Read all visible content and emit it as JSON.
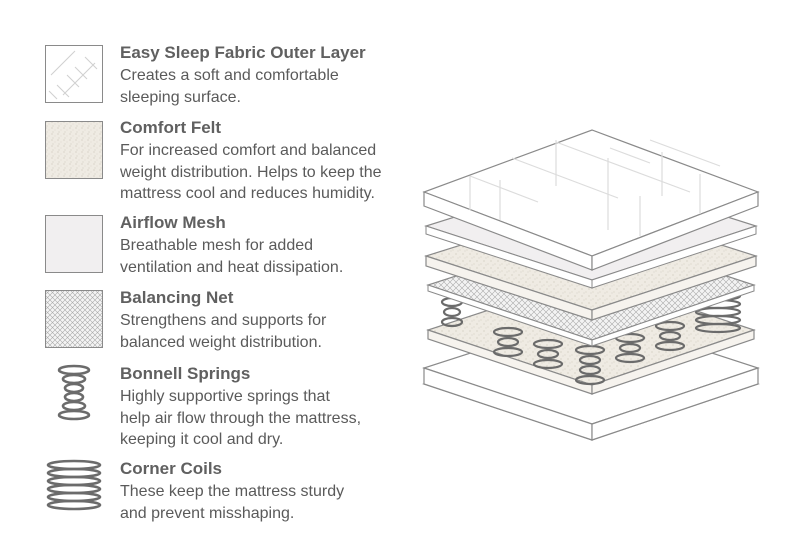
{
  "legend": [
    {
      "icon": "fabric-outer-layer-icon",
      "title": "Easy Sleep Fabric Outer Layer",
      "lines": [
        "Creates a soft and comfortable",
        "sleeping surface."
      ]
    },
    {
      "icon": "comfort-felt-icon",
      "title": "Comfort Felt",
      "lines": [
        "For increased comfort and balanced",
        "weight distribution. Helps to keep the",
        "mattress cool and reduces humidity."
      ]
    },
    {
      "icon": "airflow-mesh-icon",
      "title": "Airflow Mesh",
      "lines": [
        "Breathable mesh for added",
        "ventilation and heat dissipation."
      ]
    },
    {
      "icon": "balancing-net-icon",
      "title": "Balancing Net",
      "lines": [
        "Strengthens and supports for",
        "balanced weight distribution."
      ]
    },
    {
      "icon": "bonnell-spring-icon",
      "title": "Bonnell Springs",
      "lines": [
        "Highly supportive springs that",
        "help air flow through the mattress,",
        "keeping it cool and dry."
      ]
    },
    {
      "icon": "corner-coil-icon",
      "title": "Corner Coils",
      "lines": [
        "These keep the mattress sturdy",
        "and prevent misshaping."
      ]
    }
  ],
  "colors": {
    "text": "#5a5a5a",
    "outline": "#8a8a8a",
    "felt": "#efebe3",
    "mesh": "#f1eff0",
    "spring": "#6b6b6b"
  }
}
